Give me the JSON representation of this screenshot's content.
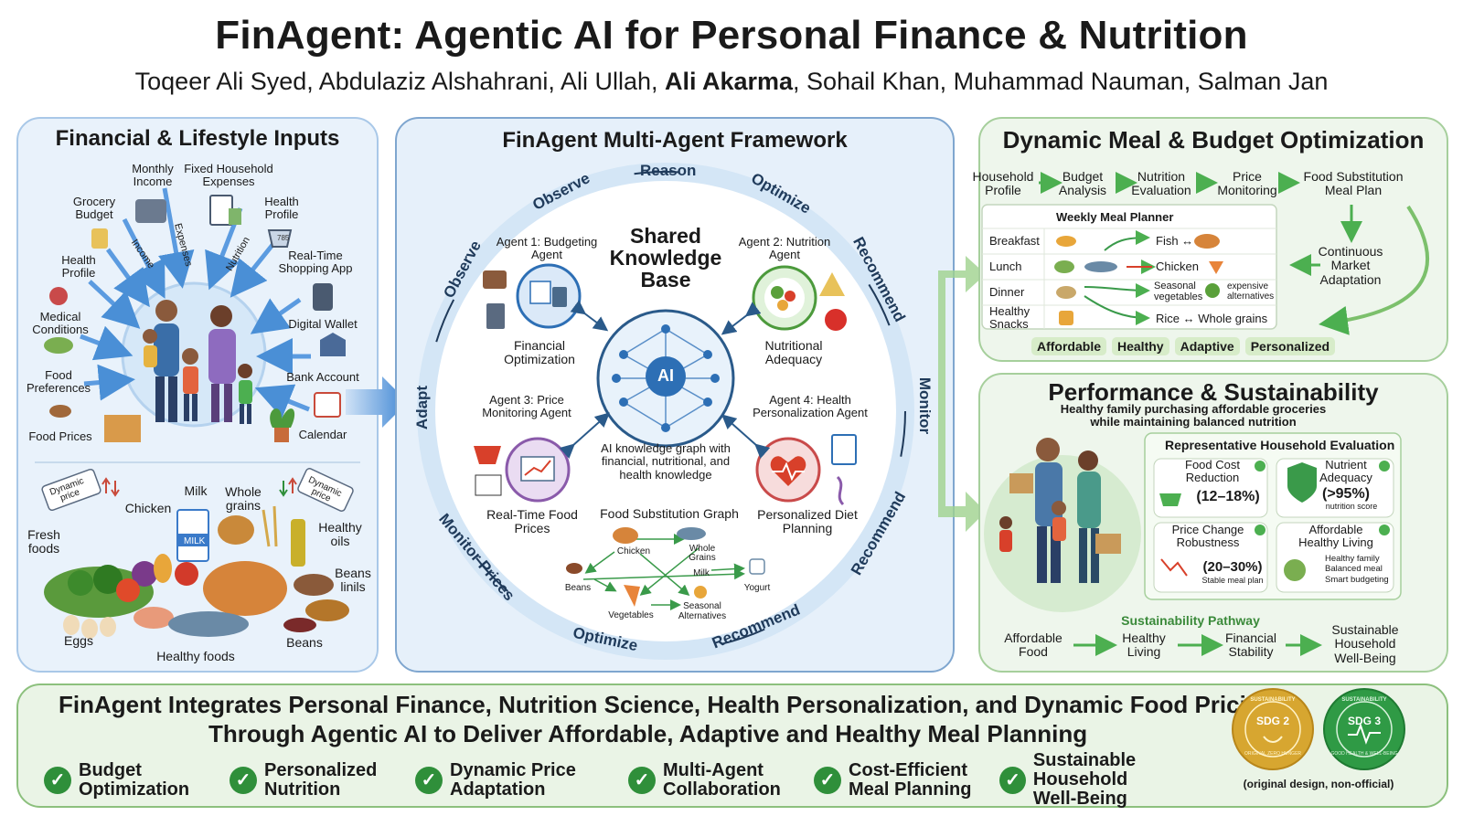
{
  "header": {
    "title": "FinAgent: Agentic AI for Personal Finance & Nutrition",
    "authors_pre": "Toqeer Ali Syed, Abdulaziz Alshahrani, Ali Ullah, ",
    "authors_bold": "Ali Akarma",
    "authors_post": ", Sohail Khan, Muhammad Nauman, Salman Jan"
  },
  "inputs": {
    "title": "Financial & Lifestyle Inputs",
    "items": {
      "monthly_income": "Monthly Income",
      "fixed_expenses": "Fixed Household Expenses",
      "grocery_budget": "Grocery Budget",
      "health_profile_top": "Health Profile",
      "health_profile_left": "Health Profile",
      "realtime_app": "Real-Time Shopping App",
      "medical": "Medical Conditions",
      "digital_wallet": "Digital Wallet",
      "food_preferences": "Food Preferences",
      "bank_account": "Bank Account",
      "food_prices": "Food Prices",
      "calendar": "Calendar"
    },
    "arrow_labels": {
      "income": "Income",
      "expenses": "Expenses",
      "nutrition": "Nutrition"
    },
    "receipt": "785",
    "foods": {
      "dynamic_price_1": "Dynamic price",
      "dynamic_price_2": "Dynamic price",
      "milk": "Milk",
      "milk_carton": "MILK",
      "whole_grains": "Whole grains",
      "chicken": "Chicken",
      "fresh_foods": "Fresh foods",
      "healthy_oils": "Healthy oils",
      "beans_linils": "Beans linils",
      "eggs": "Eggs",
      "healthy_foods": "Healthy foods",
      "beans": "Beans"
    }
  },
  "framework": {
    "title": "FinAgent Multi-Agent Framework",
    "ring": {
      "observe_1": "Observe",
      "reason": "Reason",
      "optimize_1": "Optimize",
      "observe_2": "Observe",
      "recommend_1": "Recommend",
      "monitor": "Monitor",
      "adapt": "Adapt",
      "recommend_2": "Recommend",
      "monitor_prices": "Monitor Prices",
      "recommend_3": "Recommend",
      "optimize_2": "Optimize"
    },
    "kb_title": "Shared Knowledge Base",
    "ai_label": "AI",
    "kb_caption": "AI knowledge graph with financial, nutritional, and health knowledge",
    "agent1": {
      "title": "Agent 1: Budgeting Agent",
      "label": "Financial Optimization"
    },
    "agent2": {
      "title": "Agent 2: Nutrition Agent",
      "label": "Nutritional Adequacy"
    },
    "agent3": {
      "title": "Agent 3: Price Monitoring Agent",
      "label": "Real-Time Food Prices"
    },
    "agent4": {
      "title": "Agent 4: Health Personalization Agent",
      "label": "Personalized Diet Planning"
    },
    "graph": {
      "title": "Food Substitution Graph",
      "nodes": [
        "Chicken",
        "Whole Grains",
        "Milk",
        "Beans",
        "Yogurt",
        "Vegetables",
        "Seasonal Alternatives"
      ]
    }
  },
  "optimization": {
    "title": "Dynamic Meal & Budget Optimization",
    "flow": [
      "Household Profile",
      "Budget Analysis",
      "Nutrition Evaluation",
      "Price Monitoring",
      "Food Substitution Meal Plan"
    ],
    "continuous": "Continuous Market Adaptation",
    "planner_title": "Weekly Meal Planner",
    "rows": [
      {
        "meal": "Breakfast",
        "swap": "Fish ↔"
      },
      {
        "meal": "Lunch",
        "swap": "Chicken"
      },
      {
        "meal": "Dinner",
        "swap": "Seasonal vegetables",
        "swap2": "expensive alternatives"
      },
      {
        "meal": "Healthy Snacks",
        "swap": "Rice ↔ Whole grains"
      }
    ],
    "chips": [
      "Affordable",
      "Healthy",
      "Adaptive",
      "Personalized"
    ]
  },
  "performance": {
    "title": "Performance & Sustainability",
    "subtitle": "Healthy family purchasing affordable groceries while maintaining balanced nutrition",
    "eval_title": "Representative Household Evaluation",
    "cards": [
      {
        "title": "Food Cost Reduction",
        "value": "(12–18%)"
      },
      {
        "title": "Nutrient Adequacy",
        "value": "(>95%)",
        "note": "nutrition score"
      },
      {
        "title": "Price Change Robustness",
        "value": "(20–30%)",
        "note": "Stable meal plan"
      },
      {
        "title": "Affordable Healthy Living",
        "note": "Healthy family Balanced meal Smart budgeting"
      }
    ],
    "pathway_title": "Sustainability Pathway",
    "pathway": [
      "Affordable Food",
      "Healthy Living",
      "Financial Stability",
      "Sustainable Household Well-Being"
    ]
  },
  "summary": {
    "line1": "FinAgent Integrates Personal Finance, Nutrition Science, Health Personalization, and Dynamic Food Pricing",
    "line2": "Through Agentic AI to Deliver Affordable, Adaptive and Healthy Meal Planning",
    "items": [
      {
        "l1": "Budget",
        "l2": "Optimization"
      },
      {
        "l1": "Personalized",
        "l2": "Nutrition"
      },
      {
        "l1": "Dynamic Price",
        "l2": "Adaptation"
      },
      {
        "l1": "Multi-Agent",
        "l2": "Collaboration"
      },
      {
        "l1": "Cost-Efficient",
        "l2": "Meal Planning"
      },
      {
        "l1": "Sustainable Household",
        "l2": "Well-Being"
      }
    ],
    "sdg2": {
      "label": "SDG 2",
      "ring_top": "SUSTAINABILITY",
      "ring_bottom": "ORIGINAL ZERO HUNGER"
    },
    "sdg3": {
      "label": "SDG 3",
      "ring_top": "SUSTAINABILITY",
      "ring_bottom": "GOOD HEALTH & WELL-BEING"
    },
    "note": "(original design, non-official)"
  },
  "colors": {
    "blue_accent": "#2d6fb5",
    "green_accent": "#2f8f3a",
    "sdg2": "#d7a630",
    "sdg3": "#2f9a45"
  }
}
